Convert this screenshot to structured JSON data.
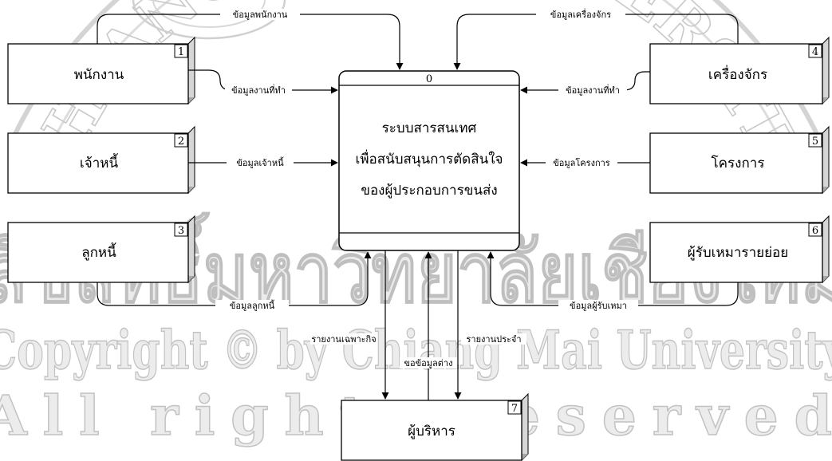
{
  "process": {
    "id": "0",
    "lines": [
      "ระบบสารสนเทศ",
      "เพื่อสนับสนุนการตัดสินใจ",
      "ของผู้ประกอบการขนส่ง"
    ]
  },
  "entities": [
    {
      "no": "1",
      "label": "พนักงาน"
    },
    {
      "no": "2",
      "label": "เจ้าหนี้"
    },
    {
      "no": "3",
      "label": "ลูกหนี้"
    },
    {
      "no": "4",
      "label": "เครื่องจักร"
    },
    {
      "no": "5",
      "label": "โครงการ"
    },
    {
      "no": "6",
      "label": "ผู้รับเหมารายย่อย"
    },
    {
      "no": "7",
      "label": "ผู้บริหาร"
    }
  ],
  "flows": [
    "ข้อมูลพนักงาน",
    "ข้อมูลงานที่ทำ",
    "ข้อมูลเจ้าหนี้",
    "ข้อมูลลูกหนี้",
    "ข้อมูลเครื่องจักร",
    "ข้อมูลงานที่ทำ",
    "ข้อมูลโครงการ",
    "ข้อมูลผู้รับเหมา",
    "รายงานเฉพาะกิจ",
    "ขอข้อมูลต่าง",
    "รายงานประจำ"
  ],
  "watermark": {
    "line1": "ลิขสิทธิ์มหาวิทยาลัยเชียงใหม่",
    "line2": "Copyright © by Chiang Mai University",
    "line3": "All rights reserved",
    "seal": "CHIANG MAI UNIVERSITY"
  }
}
